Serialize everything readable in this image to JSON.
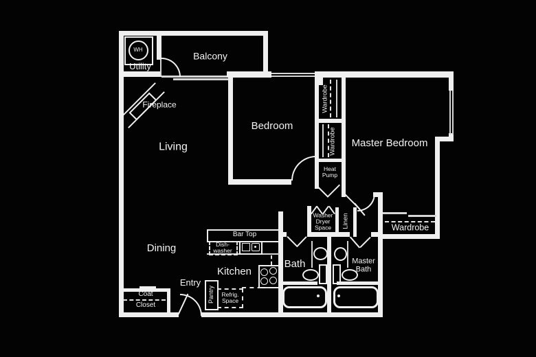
{
  "colors": {
    "background": "#000000",
    "wall": "#efefef",
    "text": "#f2f2f2"
  },
  "labels": {
    "wh": "WH",
    "utility": "Utility",
    "balcony": "Balcony",
    "fireplace": "Fireplace",
    "living": "Living",
    "dining": "Dining",
    "entry": "Entry",
    "bedroom": "Bedroom",
    "master_bedroom": "Master Bedroom",
    "wardrobe_upper": "Wardrobe",
    "wardrobe_lower": "Wardrobe",
    "wardrobe_master": "Wardrobe",
    "heat_pump": [
      "Heat",
      "Pump"
    ],
    "washer_dryer": [
      "Washer",
      "Dryer",
      "Space"
    ],
    "linen": "Linen",
    "bar_top": "Bar Top",
    "dishwasher": [
      "Dish-",
      "washer"
    ],
    "kitchen": "Kitchen",
    "pantry": "Pantry",
    "refrig": [
      "Refrig.",
      "Space"
    ],
    "bath": "Bath",
    "master_bath": [
      "Master",
      "Bath"
    ],
    "coat_closet": [
      "Coat",
      "Closet"
    ]
  }
}
